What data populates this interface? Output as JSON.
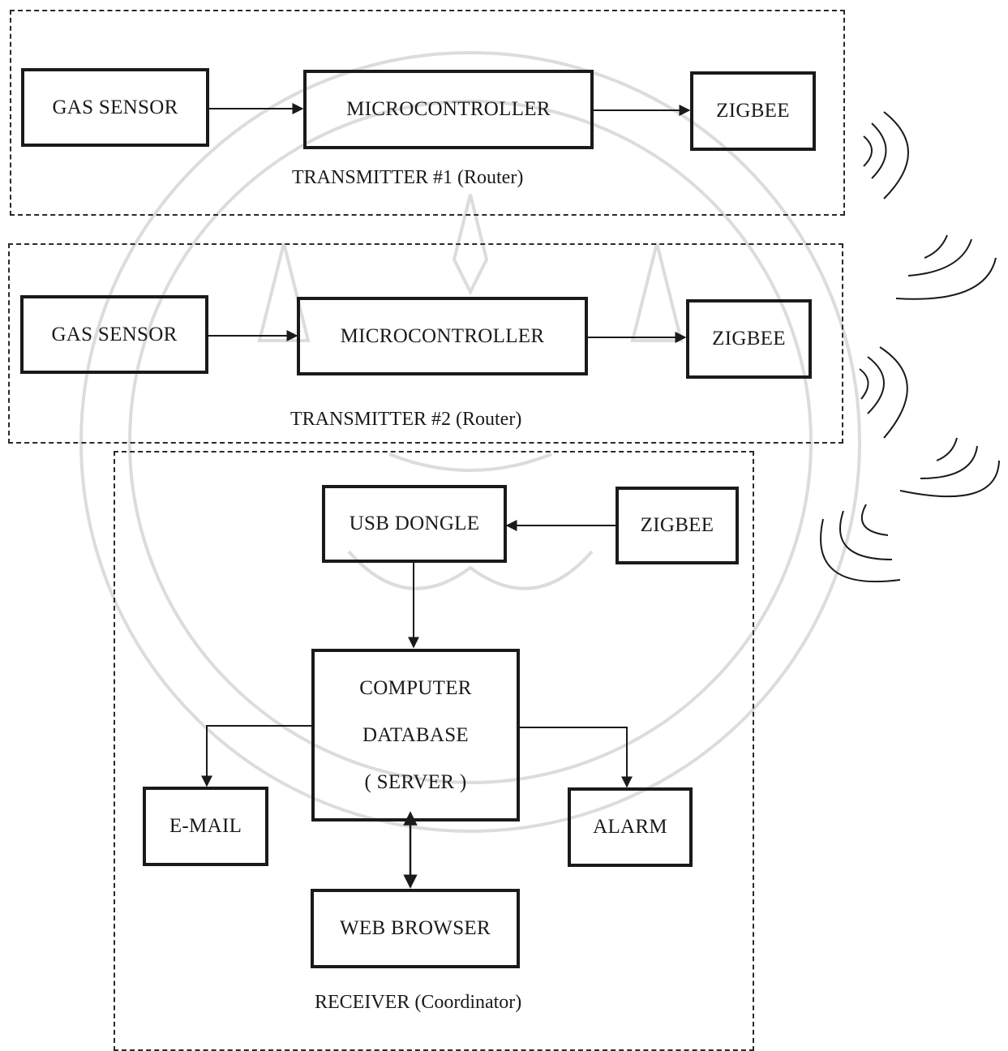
{
  "transmitter1": {
    "caption": "TRANSMITTER #1  (Router)",
    "gas_sensor": "GAS SENSOR",
    "microcontroller": "MICROCONTROLLER",
    "zigbee": "ZIGBEE"
  },
  "transmitter2": {
    "caption": "TRANSMITTER #2  (Router)",
    "gas_sensor": "GAS SENSOR",
    "microcontroller": "MICROCONTROLLER",
    "zigbee": "ZIGBEE"
  },
  "receiver": {
    "caption": "RECEIVER (Coordinator)",
    "usb_dongle": "USB DONGLE",
    "zigbee": "ZIGBEE",
    "server_line1": "COMPUTER",
    "server_line2": "DATABASE",
    "server_line3": "( SERVER )",
    "email": "E-MAIL",
    "alarm": "ALARM",
    "web_browser": "WEB BROWSER"
  },
  "colors": {
    "ink": "#1a1a1a",
    "watermark": "#d9d9d9"
  },
  "icons": [
    "wireless-signal-icon",
    "arrow-icon",
    "watermark-seal"
  ]
}
